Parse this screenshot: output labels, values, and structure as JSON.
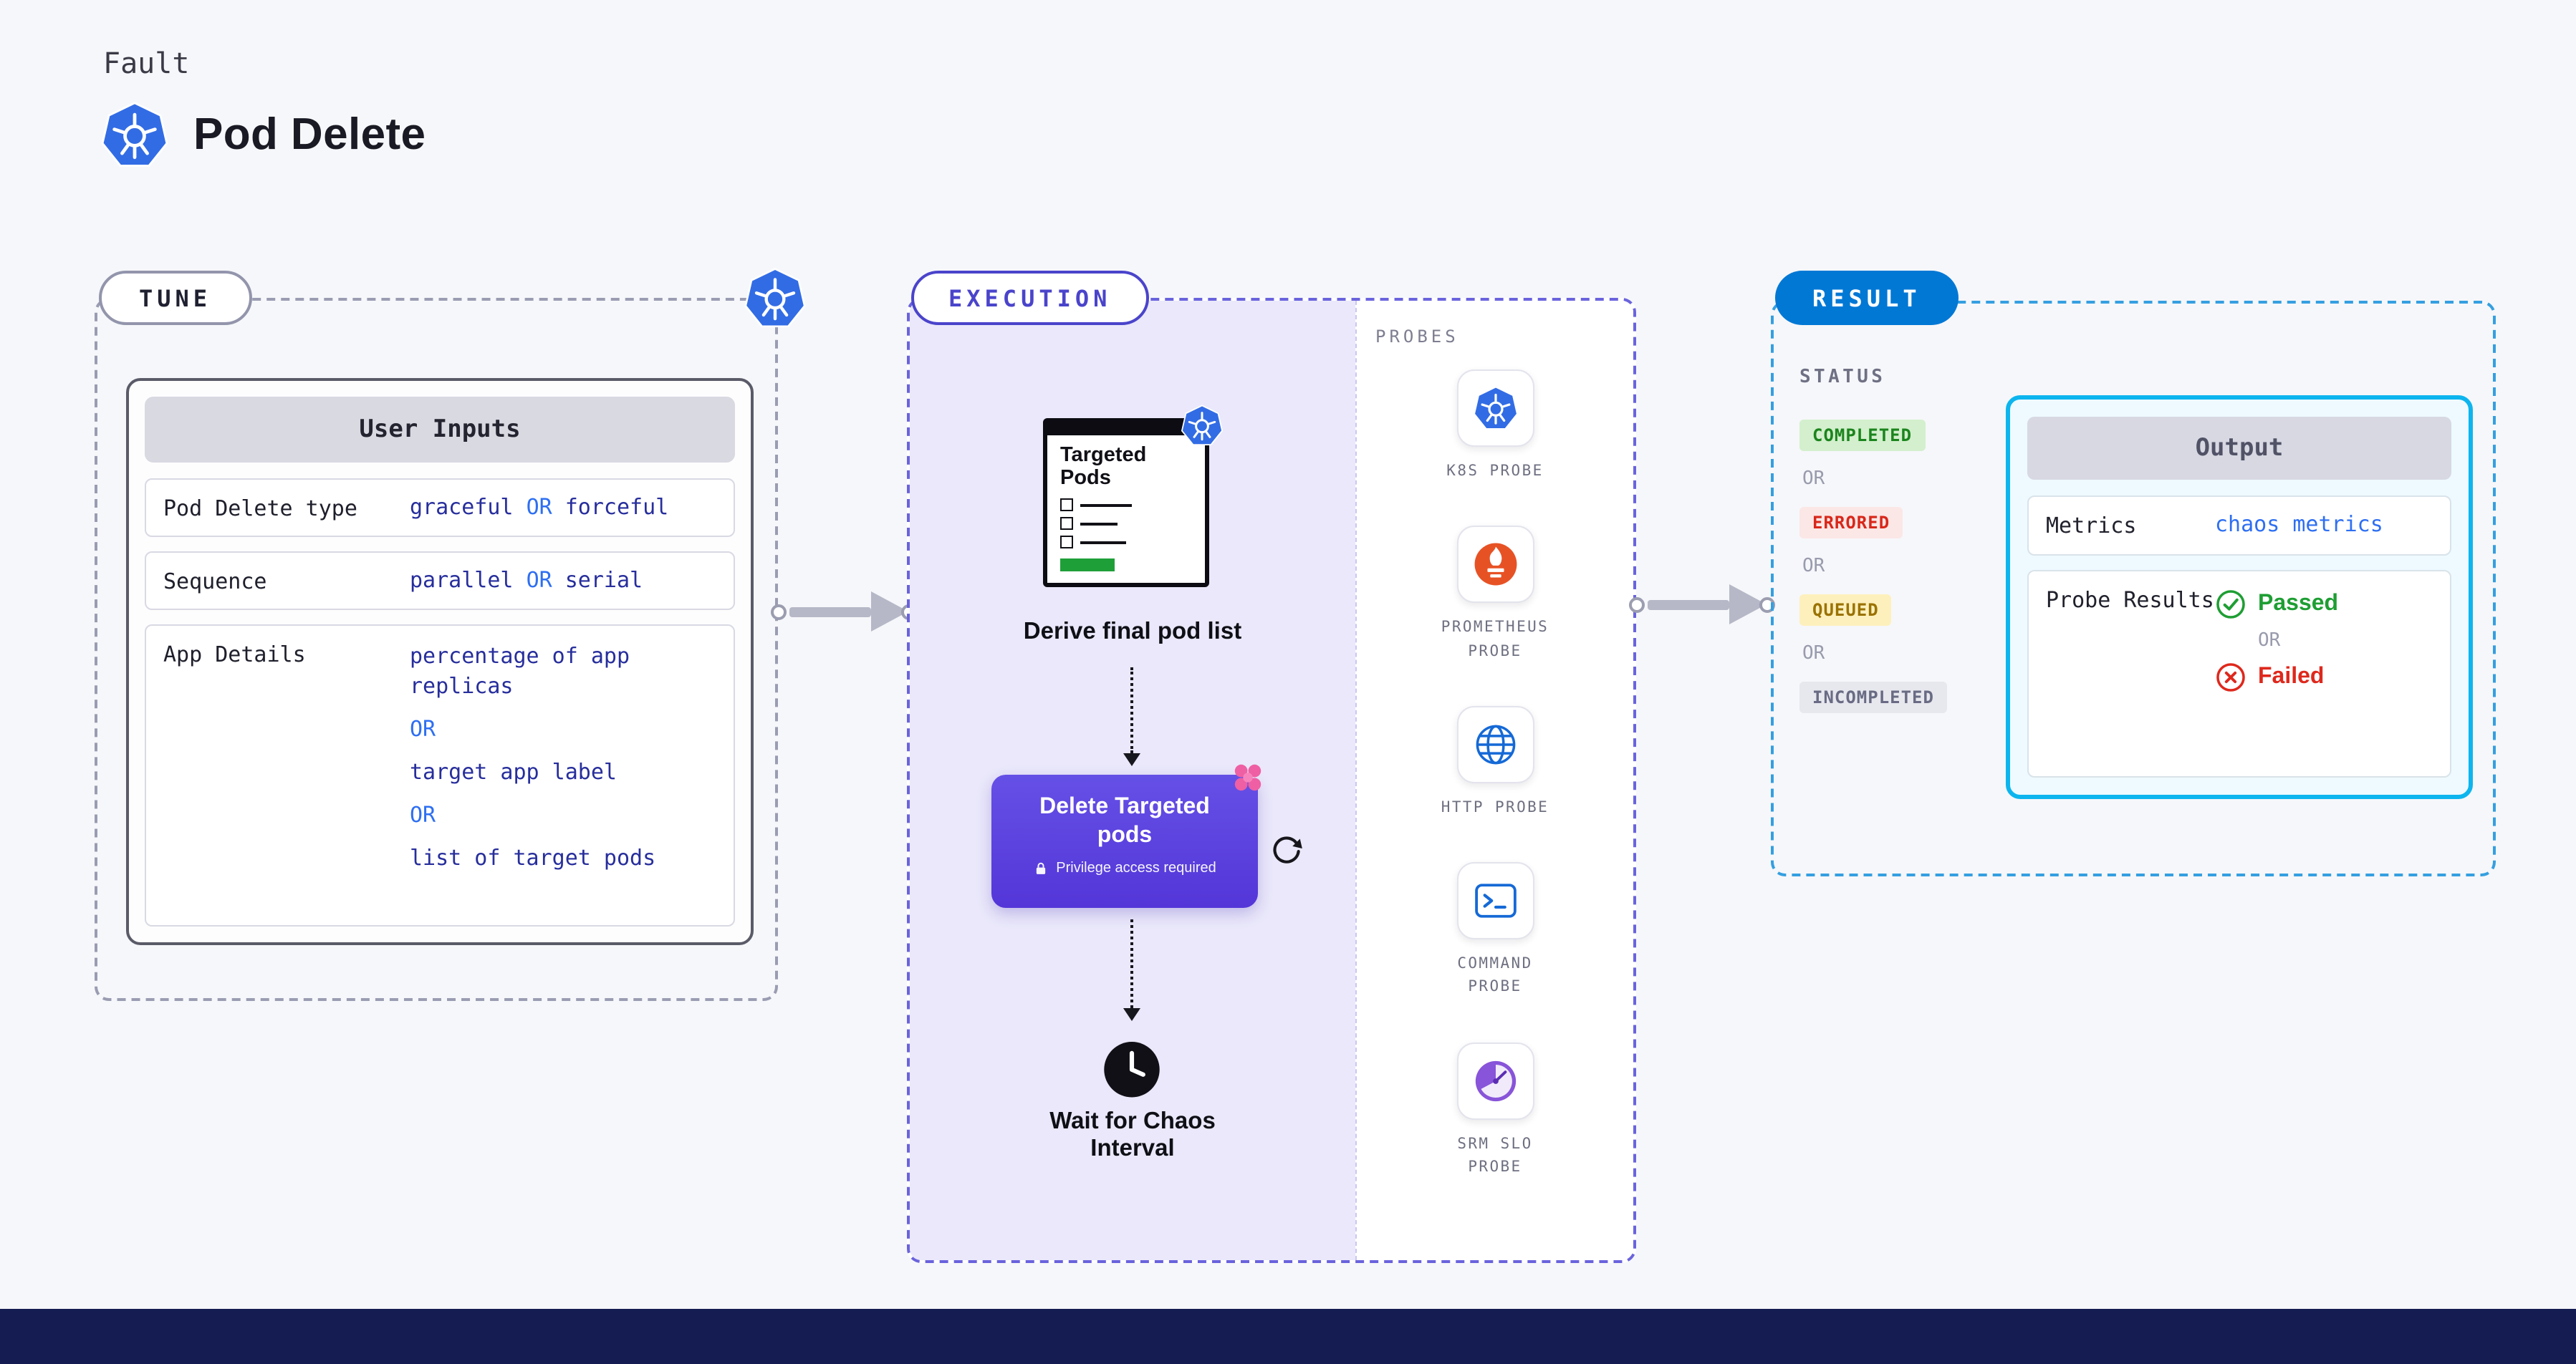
{
  "header": {
    "kicker": "Fault",
    "title": "Pod Delete"
  },
  "tune": {
    "pill": "TUNE",
    "card_title": "User Inputs",
    "row1": {
      "label": "Pod Delete type",
      "value1": "graceful",
      "or": "OR",
      "value2": "forceful"
    },
    "row2": {
      "label": "Sequence",
      "value1": "parallel",
      "or": "OR",
      "value2": "serial"
    },
    "row3": {
      "label": "App Details",
      "value1": "percentage of app replicas",
      "or1": "OR",
      "value2": "target app label",
      "or2": "OR",
      "value3": "list of target pods"
    }
  },
  "execution": {
    "pill": "EXECUTION",
    "pod_list_card": {
      "title": "Targeted Pods"
    },
    "derive_label": "Derive final pod list",
    "delete_button": {
      "title": "Delete Targeted pods",
      "privilege_note": "Privilege access required"
    },
    "wait_label": "Wait for Chaos Interval"
  },
  "probes": {
    "header": "PROBES",
    "items": [
      {
        "label": "K8S PROBE",
        "icon": "kubernetes-icon"
      },
      {
        "label": "PROMETHEUS PROBE",
        "icon": "prometheus-icon"
      },
      {
        "label": "HTTP PROBE",
        "icon": "http-globe-icon"
      },
      {
        "label": "COMMAND PROBE",
        "icon": "command-terminal-icon"
      },
      {
        "label": "SRM SLO PROBE",
        "icon": "srm-slo-gauge-icon"
      }
    ]
  },
  "result": {
    "pill": "RESULT",
    "status_header": "STATUS",
    "or": "OR",
    "statuses": [
      {
        "label": "COMPLETED",
        "bg": "#d3efcd",
        "color": "#1b841d"
      },
      {
        "label": "ERRORED",
        "bg": "#fbe7e6",
        "color": "#d8271a"
      },
      {
        "label": "QUEUED",
        "bg": "#fdf0bd",
        "color": "#9a7200"
      },
      {
        "label": "INCOMPLETED",
        "bg": "#e7e7ee",
        "color": "#696b84"
      }
    ],
    "output": {
      "title": "Output",
      "metrics_label": "Metrics",
      "metrics_value": "chaos metrics",
      "probe_results_label": "Probe Results",
      "passed_label": "Passed",
      "failed_label": "Failed"
    }
  },
  "icons": {
    "kubernetes": "blue-heptagon-helm-wheel",
    "prometheus": "orange-flame-torch",
    "http": "blue-globe",
    "command": "blue-terminal-prompt",
    "srm_slo": "purple-gauge",
    "clock": "black-wait-timer",
    "lock": "white-privilege-lock",
    "refresh": "retry-loop-arrow",
    "sparkle": "pink-chaos-sparkle",
    "check": "green-check-circle",
    "cross": "red-x-circle"
  },
  "colors": {
    "kubernetes_blue": "#326ce5",
    "execution_purple_bg": "#eae8fa",
    "execution_border": "#6a63dd",
    "result_border": "#359fe0",
    "result_pill_bg": "#0278d5",
    "output_border": "#0db5ee",
    "delete_button_bg": "#5a3fdd",
    "value_navy": "#272e9c",
    "or_blue": "#2e6ff2",
    "passed_green": "#1e9e33",
    "failed_red": "#de281c",
    "footer_navy": "#151c52",
    "progress_green": "#1f9f38"
  }
}
